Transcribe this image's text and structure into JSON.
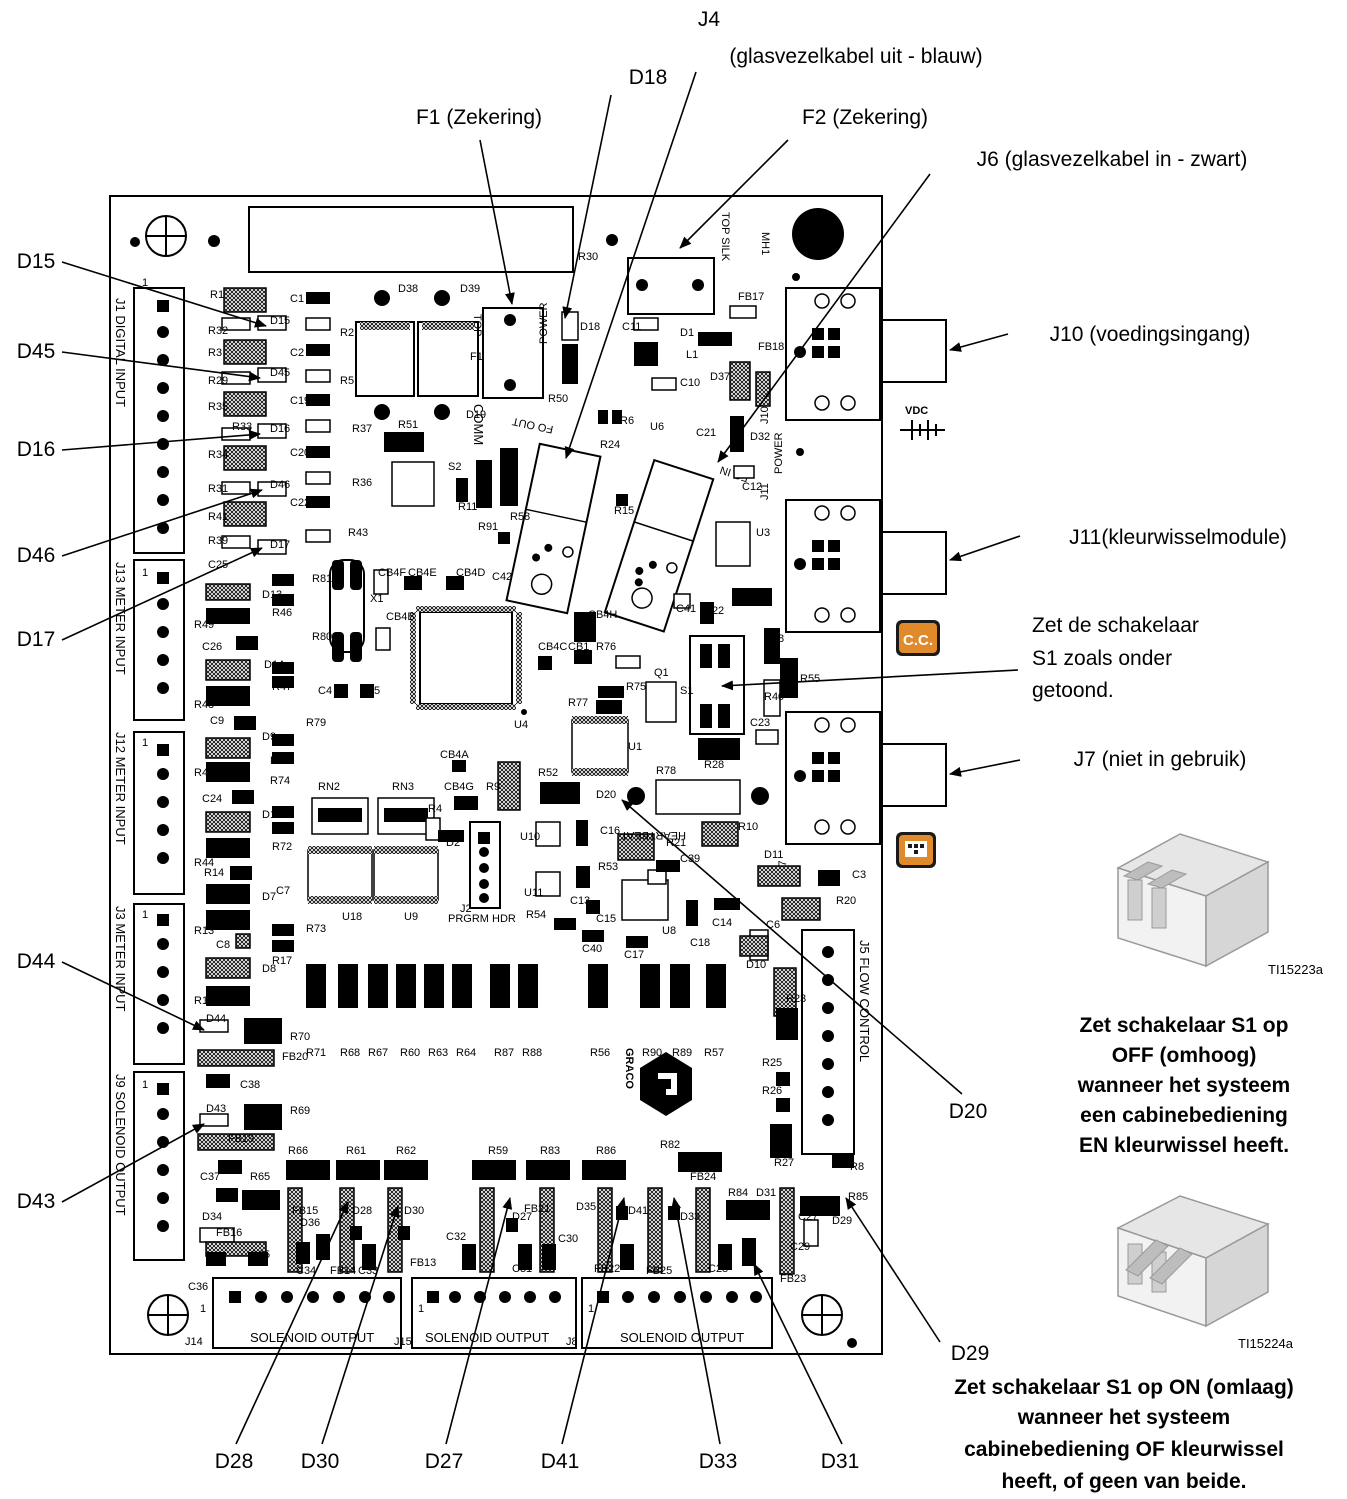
{
  "callouts": {
    "j4_title": "J4",
    "j4_detail": "(glasvezelkabel uit - blauw)",
    "d18": "D18",
    "f1": "F1 (Zekering)",
    "f2": "F2 (Zekering)",
    "j6": "J6 (glasvezelkabel in - zwart)",
    "d15": "D15",
    "d45": "D45",
    "d16": "D16",
    "d46": "D46",
    "d17": "D17",
    "j10": "J10 (voedingsingang)",
    "j11": "J11(kleurwisselmodule)",
    "s1_line1": "Zet de schakelaar",
    "s1_line2": "S1 zoals onder",
    "s1_line3": "getoond.",
    "j7": "J7 (niet in gebruik)",
    "d44": "D44",
    "d43": "D43",
    "d20": "D20",
    "d29": "D29",
    "d28": "D28",
    "d30": "D30",
    "d27": "D27",
    "d41": "D41",
    "d33": "D33",
    "d31": "D31"
  },
  "badges": {
    "cc": "C.C."
  },
  "switch_off": {
    "tag": "TI15223a",
    "note": [
      "Zet schakelaar S1 op",
      "OFF (omhoog)",
      "wanneer het systeem",
      "een cabinebediening",
      "EN kleurwissel heeft."
    ]
  },
  "switch_on": {
    "tag": "TI15224a",
    "note": [
      "Zet schakelaar S1 op ON (omlaag)",
      "wanneer het systeem",
      "cabinebediening OF kleurwissel",
      "heeft, of geen van beide."
    ]
  },
  "board": {
    "connectors": {
      "j1": "J1 DIGITAL INPUT",
      "j13": "J13 METER INPUT",
      "j12": "J12 METER INPUT",
      "j3": "J3 METER INPUT",
      "j9": "J9 SOLENOID OUTPUT",
      "j5": "J5 FLOW CONTROL",
      "j14": "SOLENOID OUTPUT",
      "j15": "SOLENOID OUTPUT",
      "j8": "SOLENOID OUTPUT",
      "j14_ref": "J14",
      "j15_ref": "J15",
      "j8_ref": "J8",
      "j10_ref": "J10",
      "j11_ref": "J11",
      "j7_ref": "J7",
      "pin1": "1",
      "vdc": "VDC"
    },
    "silk": {
      "top_silk": "TOP SILK",
      "mh1": "MH1",
      "power": "POWER",
      "comm": "COMM",
      "fo_out": "FO OUT",
      "fo_in": "FO IN",
      "heartbeat": "HEARTBEAT",
      "prgrm_hdr": "PRGRM HDR",
      "graco": "GRACO",
      "power2": "POWER"
    },
    "refs": {
      "r1": "R1",
      "r32": "R32",
      "r3": "R3",
      "r29": "R29",
      "r35": "R35",
      "r33": "R33",
      "r34": "R34",
      "r31": "R31",
      "r41": "R41",
      "r39": "R39",
      "c1": "C1",
      "c2": "C2",
      "c19": "C19",
      "c20": "C20",
      "c22": "C22",
      "c25": "C25",
      "r2": "R2",
      "r5": "R5",
      "f1": "F1",
      "d38": "D38",
      "d39": "D39",
      "r37": "R37",
      "r36": "R36",
      "r51": "R51",
      "d19": "D19",
      "s2": "S2",
      "r11": "R11",
      "r91": "R91",
      "r58": "R58",
      "r50": "R50",
      "r30": "R30",
      "d18": "D18",
      "r43": "R43",
      "r81": "R81",
      "r80": "R80",
      "x1": "X1",
      "cb4f": "CB4F",
      "cb4e": "CB4E",
      "cb4d": "CB4D",
      "cb4b": "CB4B",
      "c42": "C42",
      "c4": "C4",
      "c5": "C5",
      "r79": "R79",
      "u4": "U4",
      "cb4c": "CB4C",
      "cb1": "CB1",
      "r76": "R76",
      "r77": "R77",
      "r75": "R75",
      "q1": "Q1",
      "u1": "U1",
      "cb4h": "CB4H",
      "c41": "C41",
      "r22": "R22",
      "r6": "R6",
      "r24": "R24",
      "u6": "U6",
      "r15": "R15",
      "c11": "C11",
      "d1": "D1",
      "l1": "L1",
      "c10": "C10",
      "fb17": "FB17",
      "fb18": "FB18",
      "d37": "D37",
      "c21": "C21",
      "d32": "D32",
      "c12": "C12",
      "u3": "U3",
      "r42": "R42",
      "r38": "R38",
      "r40": "R40",
      "r55": "R55",
      "s1": "S1",
      "c23": "C23",
      "r28": "R28",
      "r78": "R78",
      "r52": "R52",
      "d20": "D20",
      "r10": "R10",
      "r21": "R21",
      "c39": "C39",
      "c16": "C16",
      "u10": "U10",
      "r53": "R53",
      "u11": "U11",
      "c13": "C13",
      "c15": "C15",
      "u8": "U8",
      "r54": "R54",
      "c40": "C40",
      "c17": "C17",
      "c18": "C18",
      "c14": "C14",
      "c6": "C6",
      "d10": "D10",
      "r23": "R23",
      "d11": "D11",
      "c3": "C3",
      "r20": "R20",
      "cb4a": "CB4A",
      "cb4g": "CB4G",
      "r9": "R9",
      "rn2": "RN2",
      "rn3": "RN3",
      "r4": "R4",
      "d2": "D2",
      "j2": "J2",
      "u18": "U18",
      "u9": "U9",
      "d13": "D13",
      "r46": "R46",
      "r49": "R49",
      "c26": "C26",
      "d14": "D14",
      "r47": "R47",
      "r48": "R48",
      "c9": "C9",
      "d9": "D9",
      "r18": "R18",
      "r74": "R74",
      "r45": "R45",
      "c24": "C24",
      "d12": "D12",
      "r19": "R19",
      "r72": "R72",
      "r44": "R44",
      "r14": "R14",
      "c7": "C7",
      "d7": "D7",
      "r13": "R13",
      "r73": "R73",
      "c8": "C8",
      "d8": "D8",
      "r17": "R17",
      "r16": "R16",
      "d44": "D44",
      "r70": "R70",
      "fb20": "FB20",
      "c38": "C38",
      "d43": "D43",
      "r69": "R69",
      "fb19": "FB19",
      "r71": "R71",
      "r68": "R68",
      "r67": "R67",
      "r60": "R60",
      "r63": "R63",
      "r64": "R64",
      "r87": "R87",
      "r88": "R88",
      "r56": "R56",
      "r90": "R90",
      "r89": "R89",
      "r57": "R57",
      "r25": "R25",
      "r26": "R26",
      "r27": "R27",
      "r8": "R8",
      "r85": "R85",
      "d29": "D29",
      "r66": "R66",
      "r61": "R61",
      "r62": "R62",
      "r59": "R59",
      "r83": "R83",
      "r86": "R86",
      "r82": "R82",
      "r84": "R84",
      "c37": "C37",
      "r65": "R65",
      "d34": "D34",
      "fb16": "FB16",
      "d36": "D36",
      "d28": "D28",
      "d30": "D30",
      "fb15": "FB15",
      "c35": "C35",
      "c36": "C36",
      "c34": "C34",
      "fb14": "FB14",
      "c33": "C33",
      "fb13": "FB13",
      "c32": "C32",
      "d27": "D27",
      "fb21": "FB21",
      "c30": "C30",
      "d35": "D35",
      "c31": "C31",
      "d41": "D41",
      "fb22": "FB22",
      "d33": "D33",
      "fb24": "FB24",
      "fb25": "FB25",
      "c28": "C28",
      "d31": "D31",
      "c29": "C29",
      "fb23": "FB23",
      "c27": "C27",
      "d15": "D15",
      "d45": "D45",
      "d16": "D16",
      "d46": "D46",
      "d17": "D17"
    }
  }
}
